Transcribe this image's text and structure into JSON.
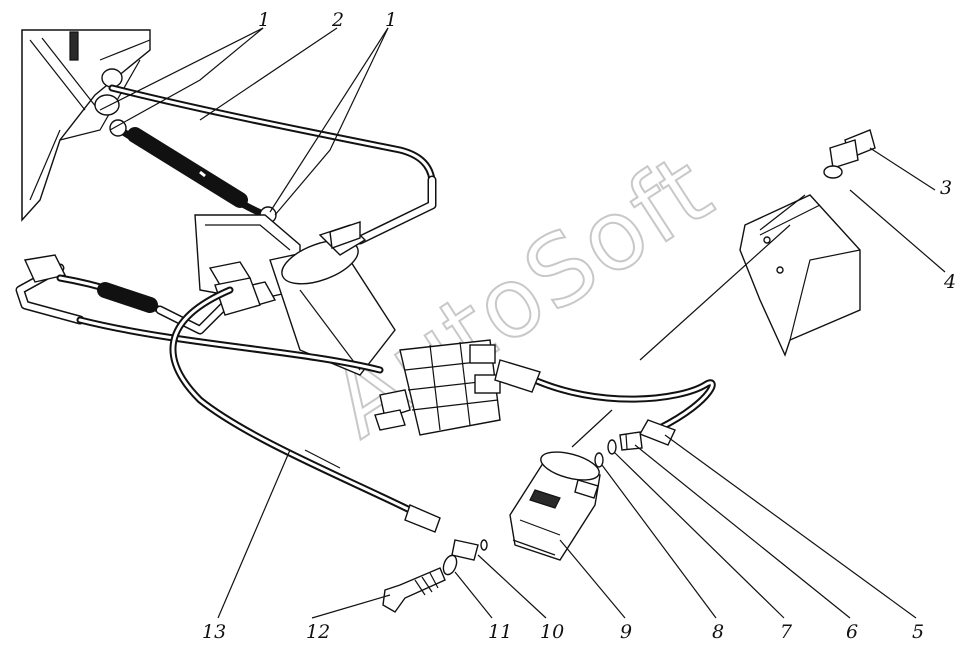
{
  "watermark": "AutoSoft",
  "callouts": [
    {
      "id": "c1a",
      "text": "1"
    },
    {
      "id": "c2",
      "text": "2"
    },
    {
      "id": "c1b",
      "text": "1"
    },
    {
      "id": "c3",
      "text": "3"
    },
    {
      "id": "c4",
      "text": "4"
    },
    {
      "id": "c13",
      "text": "13"
    },
    {
      "id": "c12",
      "text": "12"
    },
    {
      "id": "c11",
      "text": "11"
    },
    {
      "id": "c10",
      "text": "10"
    },
    {
      "id": "c9",
      "text": "9"
    },
    {
      "id": "c8",
      "text": "8"
    },
    {
      "id": "c7",
      "text": "7"
    },
    {
      "id": "c6",
      "text": "6"
    },
    {
      "id": "c5",
      "text": "5"
    }
  ]
}
